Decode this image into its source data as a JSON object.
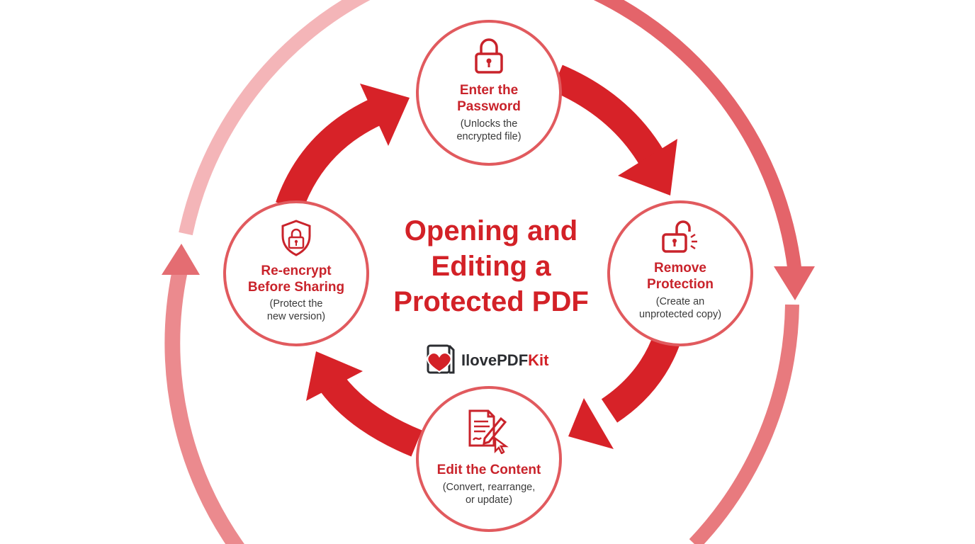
{
  "title": {
    "lines": [
      "Opening and",
      "Editing a",
      "Protected PDF"
    ]
  },
  "logo": {
    "brand_plain": "IlovePDF",
    "brand_accent": "Kit",
    "icon": "heart-document-icon"
  },
  "colors": {
    "accent": "#d32127",
    "node_border": "#e15a5e",
    "outer_ring": "#ee8f93",
    "arrow": "#d72228"
  },
  "steps": [
    {
      "icon": "padlock-icon",
      "title_lines": [
        "Enter the",
        "Password"
      ],
      "desc_lines": [
        "(Unlocks the",
        "encrypted file)"
      ]
    },
    {
      "icon": "unlocked-padlock-icon",
      "title_lines": [
        "Remove",
        "Protection"
      ],
      "desc_lines": [
        "(Create an",
        "unprotected copy)"
      ]
    },
    {
      "icon": "edit-document-icon",
      "title_lines": [
        "Edit the Content"
      ],
      "desc_lines": [
        "(Convert, rearrange,",
        "or update)"
      ]
    },
    {
      "icon": "shield-lock-icon",
      "title_lines": [
        "Re-encrypt",
        "Before Sharing"
      ],
      "desc_lines": [
        "(Protect the",
        "new version)"
      ]
    }
  ]
}
